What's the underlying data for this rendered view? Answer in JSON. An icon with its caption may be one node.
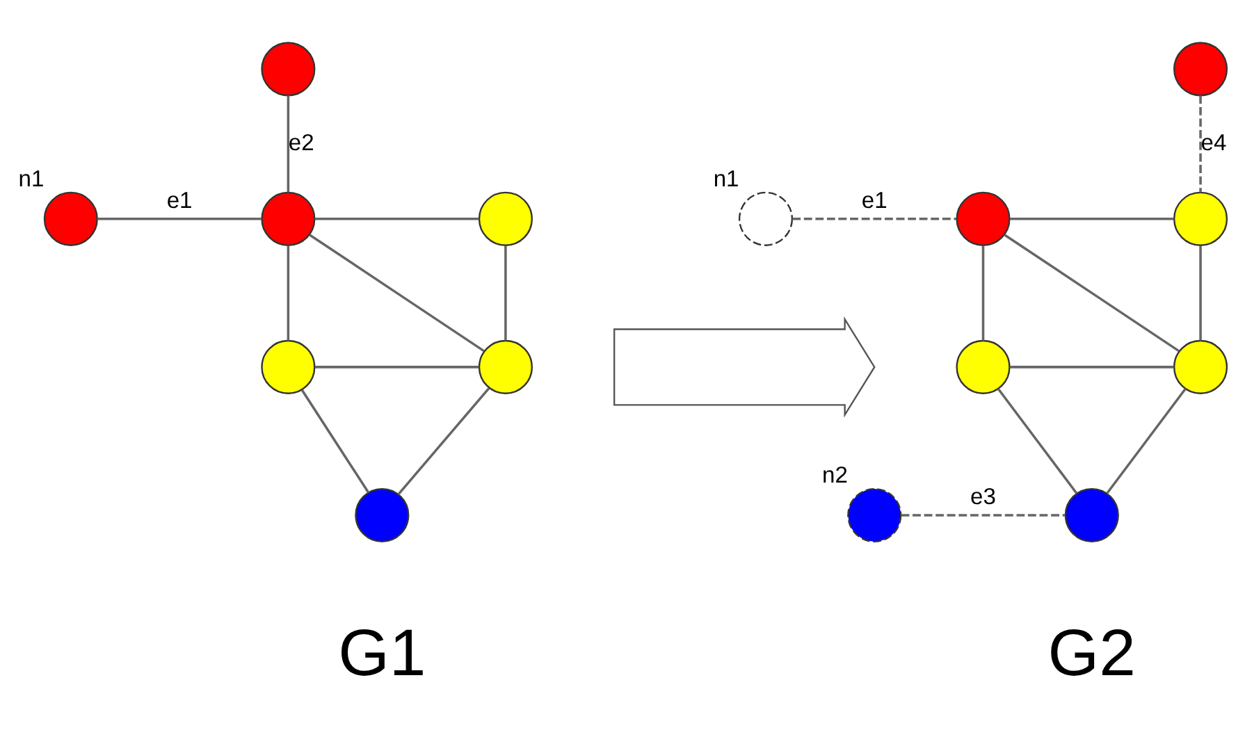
{
  "diagram": {
    "nodes": [
      {
        "text": [],
        "shape": "circle"
      },
      {
        "text": [],
        "shape": "circle",
        "beside": [
          "n1"
        ]
      },
      {
        "text": [],
        "shape": "circle"
      },
      {
        "text": [],
        "shape": "circle"
      },
      {
        "text": [],
        "shape": "circle"
      },
      {
        "text": [],
        "shape": "circle"
      },
      {
        "text": [],
        "shape": "circle"
      },
      {
        "text": [],
        "shape": "arrow"
      },
      {
        "text": [],
        "shape": "circle"
      },
      {
        "text": [],
        "shape": "circle",
        "beside": [
          "n1"
        ]
      },
      {
        "text": [],
        "shape": "circle"
      },
      {
        "text": [],
        "shape": "circle"
      },
      {
        "text": [],
        "shape": "circle"
      },
      {
        "text": [],
        "shape": "circle"
      },
      {
        "text": [],
        "shape": "circle",
        "beside": [
          "n2"
        ]
      },
      {
        "text": [],
        "shape": "circle"
      }
    ],
    "edges": [
      {
        "from": 0,
        "to": 2,
        "arrow": "none",
        "label": "e2"
      },
      {
        "from": 1,
        "to": 2,
        "arrow": "none",
        "label": "e1"
      },
      {
        "from": 2,
        "to": 3,
        "arrow": "none"
      },
      {
        "from": 2,
        "to": 4,
        "arrow": "none"
      },
      {
        "from": 2,
        "to": 5,
        "arrow": "none"
      },
      {
        "from": 3,
        "to": 5,
        "arrow": "none"
      },
      {
        "from": 4,
        "to": 5,
        "arrow": "none"
      },
      {
        "from": 4,
        "to": 6,
        "arrow": "none"
      },
      {
        "from": 5,
        "to": 6,
        "arrow": "none"
      },
      {
        "from": 8,
        "to": 11,
        "arrow": "none",
        "label": "e4",
        "style": "dashed"
      },
      {
        "from": 9,
        "to": 10,
        "arrow": "none",
        "label": "e1",
        "style": "dashed"
      },
      {
        "from": 10,
        "to": 11,
        "arrow": "none"
      },
      {
        "from": 10,
        "to": 12,
        "arrow": "none"
      },
      {
        "from": 10,
        "to": 13,
        "arrow": "none"
      },
      {
        "from": 11,
        "to": 13,
        "arrow": "none"
      },
      {
        "from": 12,
        "to": 13,
        "arrow": "none"
      },
      {
        "from": 12,
        "to": 15,
        "arrow": "none"
      },
      {
        "from": 13,
        "to": 15,
        "arrow": "none"
      },
      {
        "from": 14,
        "to": 15,
        "arrow": "none",
        "label": "e3",
        "style": "dashed"
      }
    ],
    "labels": [
      "G1",
      "G2"
    ]
  }
}
